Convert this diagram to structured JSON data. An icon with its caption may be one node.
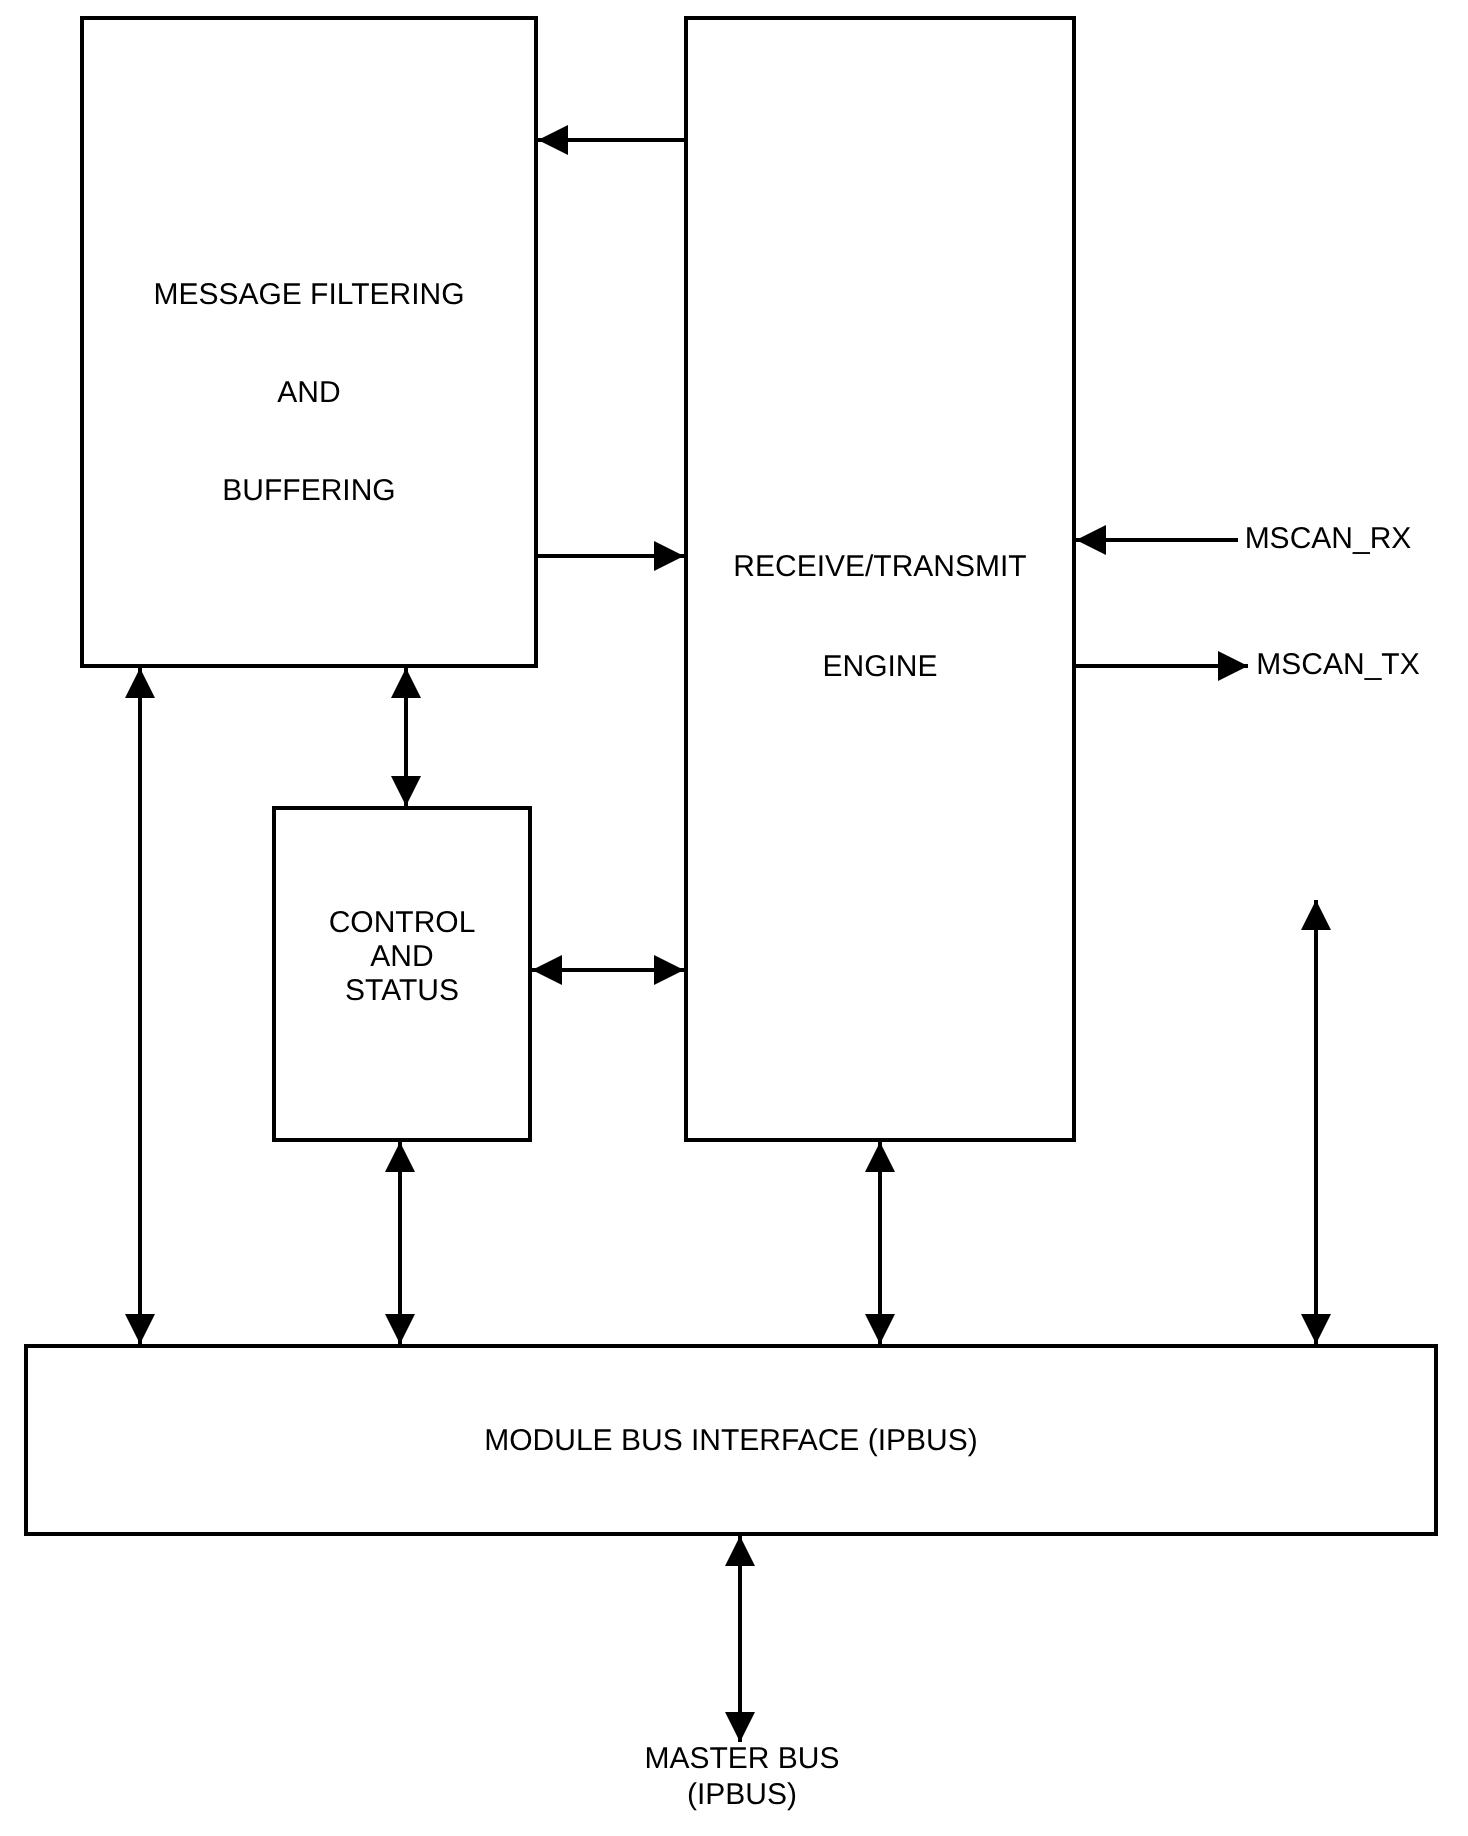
{
  "diagram": {
    "nodes": [
      {
        "text": [
          "MESSAGE FILTERING",
          "AND",
          "BUFFERING"
        ]
      },
      {
        "text": [
          "RECEIVE/TRANSMIT",
          "ENGINE"
        ]
      },
      {
        "text": [
          "CONTROL AND STATUS"
        ]
      },
      {
        "text": [
          "MODULE BUS INTERFACE (IPBUS)"
        ]
      },
      {
        "text": [
          "MSCAN_RX"
        ]
      },
      {
        "text": [
          "MSCAN_TX"
        ]
      },
      {
        "text": [
          "MASTER BUS (IPBUS)"
        ]
      }
    ],
    "edges": [
      {
        "from": 1,
        "to": 0,
        "arrow": "to"
      },
      {
        "from": 0,
        "to": 1,
        "arrow": "to"
      },
      {
        "from": 4,
        "to": 1,
        "arrow": "to"
      },
      {
        "from": 1,
        "to": 5,
        "arrow": "to"
      },
      {
        "from": 0,
        "to": 2,
        "arrow": "both"
      },
      {
        "from": 2,
        "to": 1,
        "arrow": "both"
      },
      {
        "from": 0,
        "to": 3,
        "arrow": "both"
      },
      {
        "from": 2,
        "to": 3,
        "arrow": "both"
      },
      {
        "from": 1,
        "to": 3,
        "arrow": "both"
      },
      {
        "from": null,
        "to": 3,
        "arrow": "both"
      },
      {
        "from": 3,
        "to": 6,
        "arrow": "both"
      }
    ]
  }
}
